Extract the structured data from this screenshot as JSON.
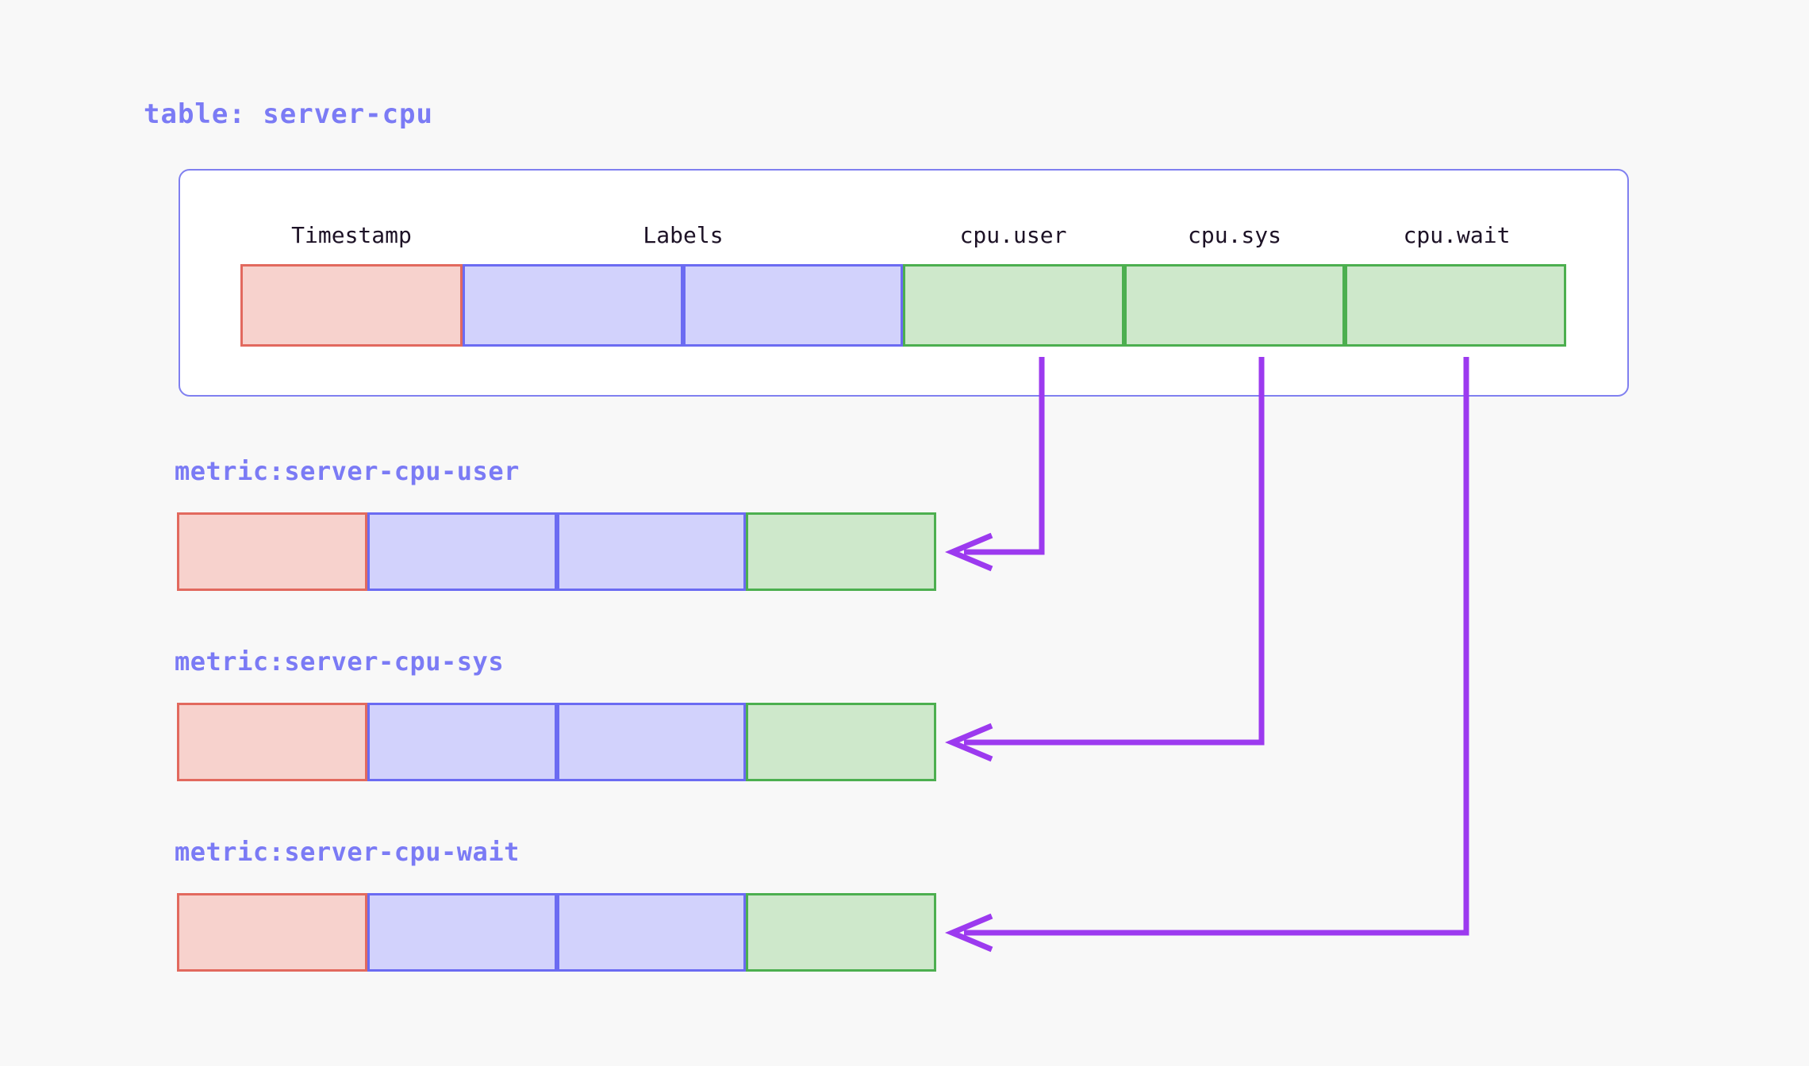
{
  "page": {
    "background": "#f8f8f8",
    "accent_indigo": "#7b7bf5",
    "arrow_color": "#9c3aef",
    "card_border": "#8080f0"
  },
  "table": {
    "title": "table: server-cpu",
    "columns": [
      {
        "label": "Timestamp",
        "kind": "timestamp",
        "color_role": "pink"
      },
      {
        "label": "Labels",
        "kind": "labels",
        "color_role": "lavender"
      },
      {
        "label": "",
        "kind": "labels",
        "color_role": "lavender"
      },
      {
        "label": "cpu.user",
        "kind": "field",
        "color_role": "green"
      },
      {
        "label": "cpu.sys",
        "kind": "field",
        "color_role": "green"
      },
      {
        "label": "cpu.wait",
        "kind": "field",
        "color_role": "green"
      }
    ],
    "header_labels": [
      "Timestamp",
      "Labels",
      "cpu.user",
      "cpu.sys",
      "cpu.wait"
    ]
  },
  "metrics": [
    {
      "title": "metric:server-cpu-user",
      "source_column": "cpu.user",
      "cells": [
        "pink",
        "lavender",
        "lavender",
        "green"
      ]
    },
    {
      "title": "metric:server-cpu-sys",
      "source_column": "cpu.sys",
      "cells": [
        "pink",
        "lavender",
        "lavender",
        "green"
      ]
    },
    {
      "title": "metric:server-cpu-wait",
      "source_column": "cpu.wait",
      "cells": [
        "pink",
        "lavender",
        "lavender",
        "green"
      ]
    }
  ],
  "colors": {
    "pink_fill": "#f7d2cd",
    "pink_border": "#e2695e",
    "lavender_fill": "#d2d2fc",
    "lavender_border": "#6b6bf2",
    "green_fill": "#cee8cb",
    "green_border": "#4caf4f"
  }
}
